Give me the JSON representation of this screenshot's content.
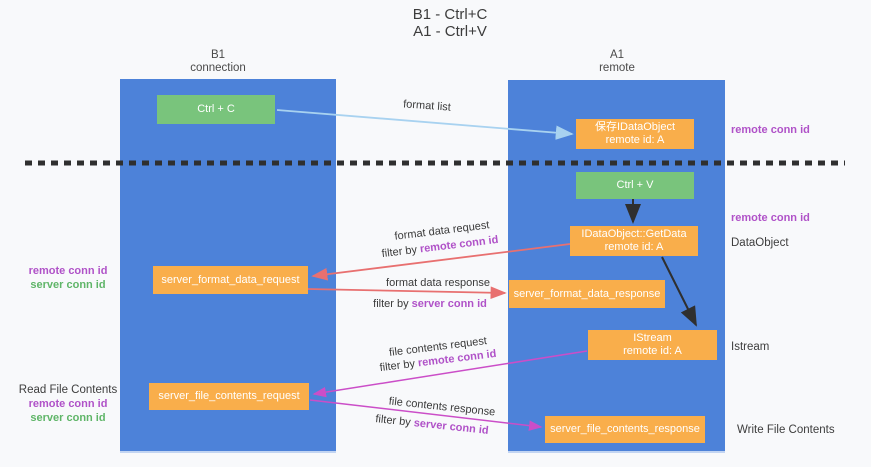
{
  "title": {
    "line1": "B1 - Ctrl+C",
    "line2": "A1 - Ctrl+V"
  },
  "columns": {
    "left": {
      "name": "B1",
      "role": "connection"
    },
    "right": {
      "name": "A1",
      "role": "remote"
    }
  },
  "nodes": {
    "ctrl_c": "Ctrl + C",
    "save_idataobject": {
      "line1": "保存IDataObject",
      "line2": "remote id: A"
    },
    "ctrl_v": "Ctrl + V",
    "getdata": {
      "line1": "IDataObject::GetData",
      "line2": "remote id: A"
    },
    "format_request": "server_format_data_request",
    "format_response": "server_format_data_response",
    "istream": {
      "line1": "IStream",
      "line2": "remote id: A"
    },
    "file_request": "server_file_contents_request",
    "file_response": "server_file_contents_response"
  },
  "flow": {
    "format_list": "format list",
    "format_data_request": "format data request",
    "format_data_response": "format data response",
    "file_contents_request": "file contents request",
    "file_contents_response": "file contents response",
    "filter_by": "filter by",
    "remote_conn_id": "remote conn id",
    "server_conn_id": "server conn id"
  },
  "side": {
    "right_remote_conn_id_top": "remote conn id",
    "right_remote_conn_id_mid": "remote conn id",
    "dataobject": "DataObject",
    "istream": "Istream",
    "write_file_contents": "Write File Contents",
    "read_file_contents": "Read File Contents",
    "left_remote_conn_id_1": "remote conn id",
    "left_server_conn_id_1": "server conn id",
    "left_remote_conn_id_2": "remote conn id",
    "left_server_conn_id_2": "server conn id"
  },
  "colors": {
    "lifeline_blue": "#4d82d9",
    "node_orange": "#f9ae4b",
    "node_green": "#79c47c",
    "arrow_light_blue": "#a8d2f0",
    "arrow_red": "#e87070",
    "arrow_magenta": "#cb4ec8",
    "arrow_black": "#2f2f2f",
    "label_purple": "#b052c8",
    "label_green": "#5fb568",
    "dashed_line": "#2f2f2f"
  }
}
